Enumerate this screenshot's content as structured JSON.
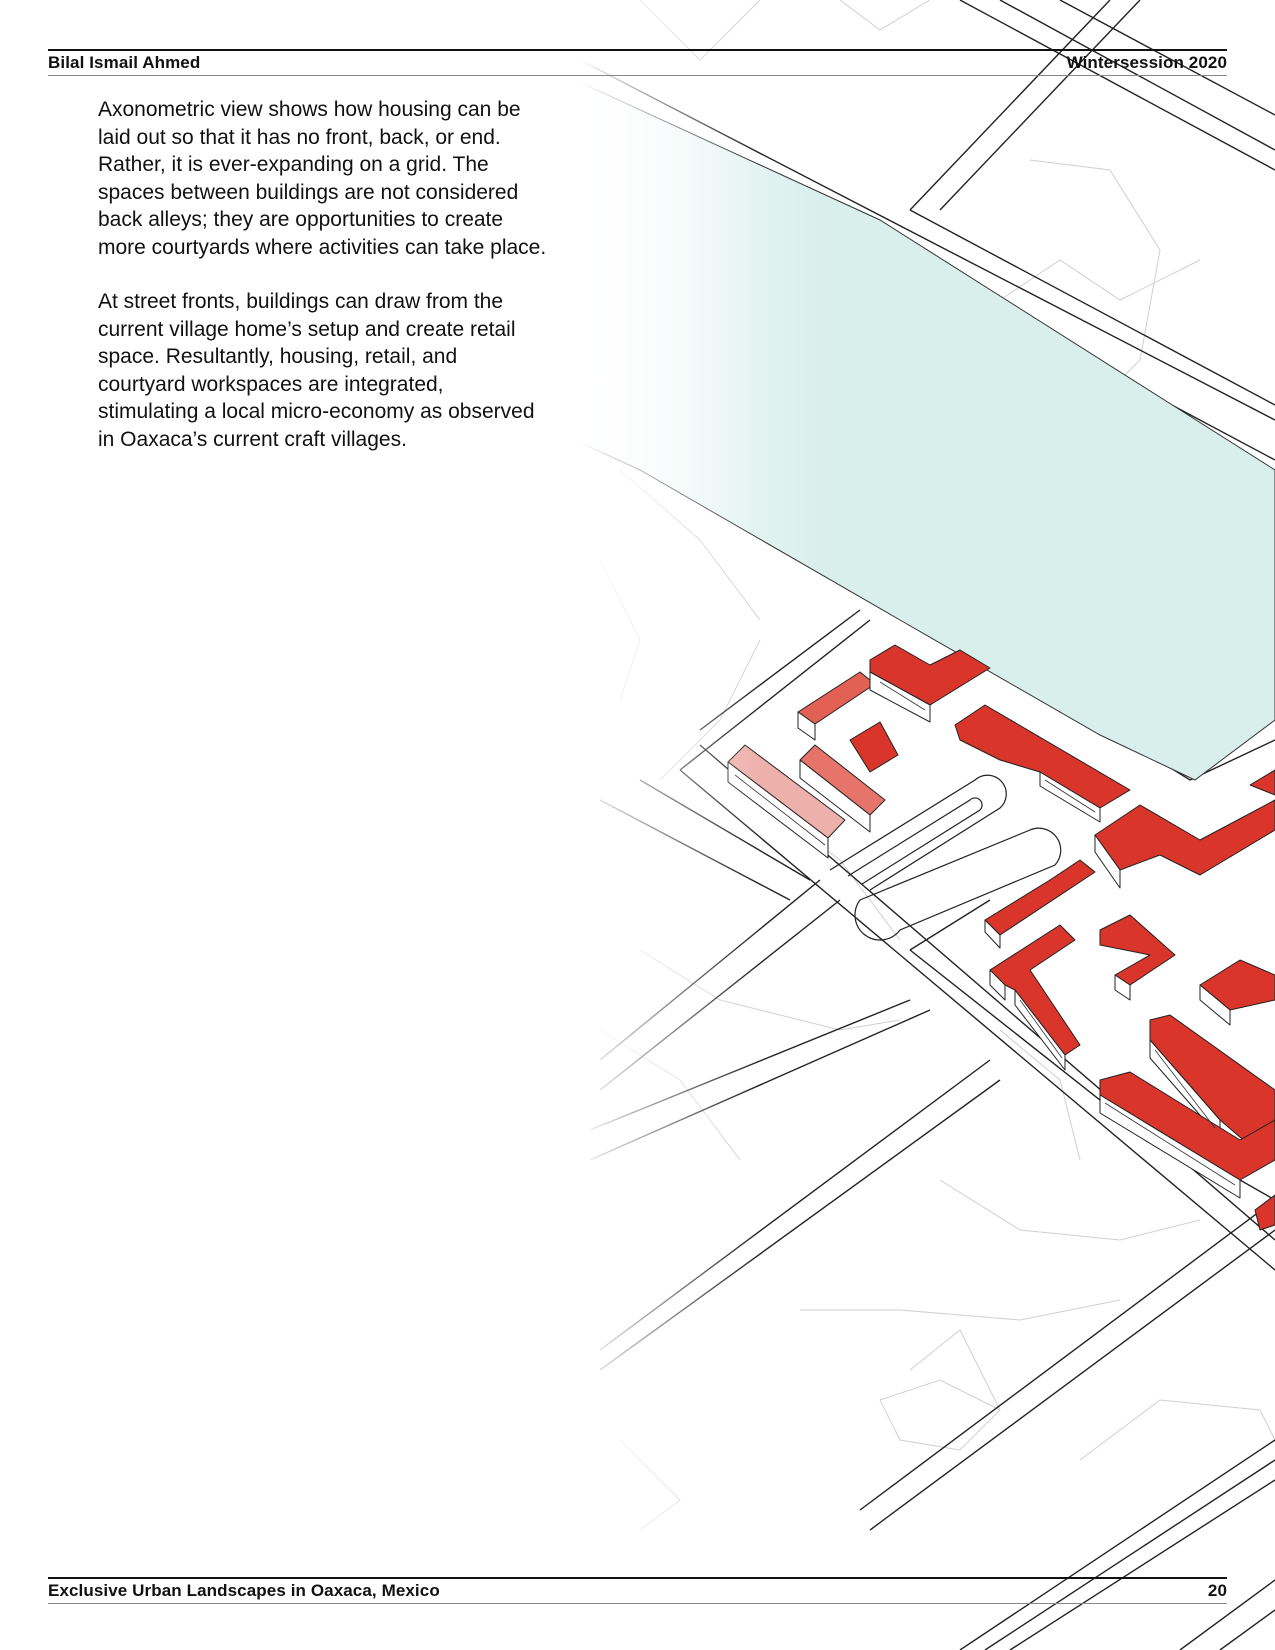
{
  "header": {
    "author": "Bilal Ismail Ahmed",
    "session": "Wintersession 2020"
  },
  "body": {
    "paragraph_1": "Axonometric view shows how housing can be laid out so that it has no front, back, or end. Rather, it is ever-expanding on a grid. The spaces between buildings are not considered back alleys; they are opportunities to create more courtyards where activities can take place.",
    "paragraph_2": "At street fronts, buildings can draw from the current village home’s setup and create retail space. Resultantly, housing, retail, and courtyard workspaces are integrated, stimulating a local micro-economy as observed in Oaxaca’s current craft villages."
  },
  "figure": {
    "subject": "axonometric site plan",
    "colors": {
      "building_roof": "#d9352b",
      "park_zone": "#d9efec",
      "linework": "#222222",
      "context_lines": "#c8c8c8"
    }
  },
  "footer": {
    "title": "Exclusive Urban Landscapes in Oaxaca, Mexico",
    "page_number": "20"
  }
}
